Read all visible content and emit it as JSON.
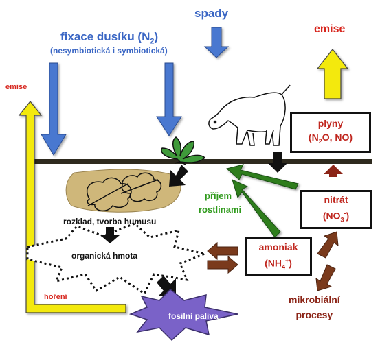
{
  "labels": {
    "spady": "spady",
    "fixace_main": "fixace dusíku (N",
    "fixace_sub": "2",
    "fixace_close": ")",
    "fixace_note": "(nesymbiotická i symbiotická)",
    "emise_right": "emise",
    "emise_left": "emise",
    "prijem_1": "příjem",
    "prijem_2": "rostlinami",
    "rozklad": "rozklad, tvorba humusu",
    "organicka": "organická hmota",
    "horeni": "hoření",
    "fosilni": "fosilní paliva",
    "mikrobialni_1": "mikrobiální",
    "mikrobialni_2": "procesy"
  },
  "boxes": {
    "plyny": {
      "title": "plyny",
      "f_open": "(N",
      "f_sub1": "2",
      "f_mid": "O, NO)"
    },
    "nitrat": {
      "title": "nitrát",
      "f_open": "(NO",
      "f_sub": "3",
      "f_sup": "-",
      "f_close": ")"
    },
    "amoniak": {
      "title": "amoniak",
      "f_open": "(NH",
      "f_sub": "4",
      "f_sup": "+",
      "f_close": ")"
    }
  },
  "colors": {
    "blue": "#4a78d0",
    "blue_text": "#3a66c4",
    "red_text": "#d7261e",
    "dark_red": "#8b2416",
    "green": "#2e7d1f",
    "green_text": "#2f9a1c",
    "yellow": "#f3e90f",
    "brown": "#7a3a1c",
    "purple": "#7a62c8",
    "ground": "#2e2a1e"
  }
}
